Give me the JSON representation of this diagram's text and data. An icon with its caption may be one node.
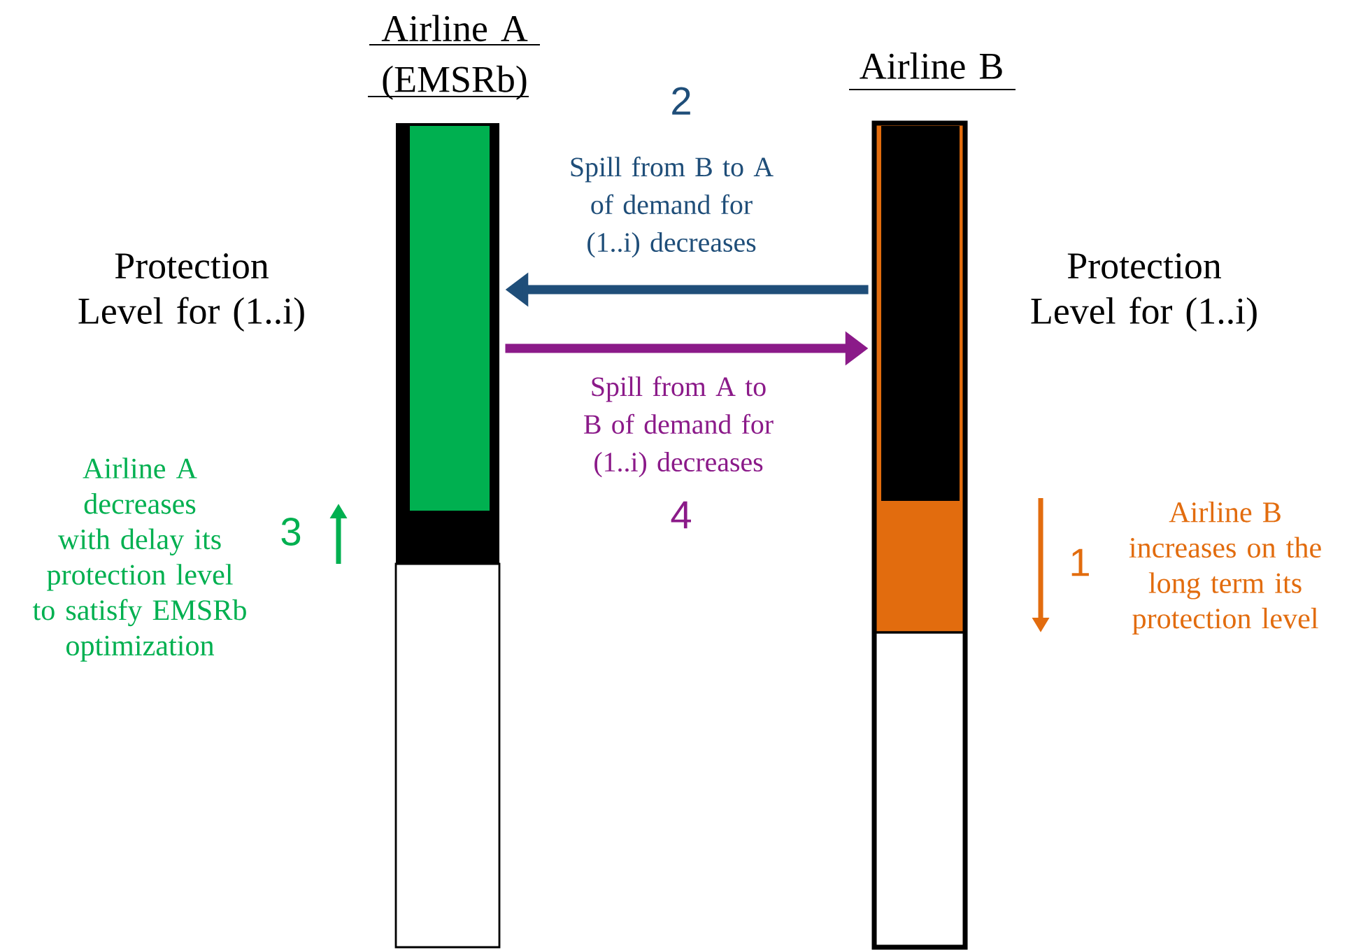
{
  "diagram": {
    "nodes": [
      {
        "text": [
          "Airline A (EMSRb)"
        ]
      },
      {
        "text": [
          "Airline B"
        ]
      }
    ],
    "edges": [
      {
        "from": 1,
        "to": 0,
        "arrow": "to",
        "label": "Spill from B to A of demand for (1..i) decreases",
        "color": "#1f4e79"
      },
      {
        "from": 0,
        "to": 1,
        "arrow": "to",
        "label": "Spill from A to B of demand for (1..i) decreases",
        "color": "#8b1a89"
      }
    ],
    "labels": [
      "2",
      "Protection Level for (1..i)",
      "Protection Level for (1..i)",
      "4",
      "Airline A decreases with delay its protection level to satisfy EMSRb optimization",
      "3",
      "1",
      "Airline B increases on the long term its protection level"
    ]
  }
}
